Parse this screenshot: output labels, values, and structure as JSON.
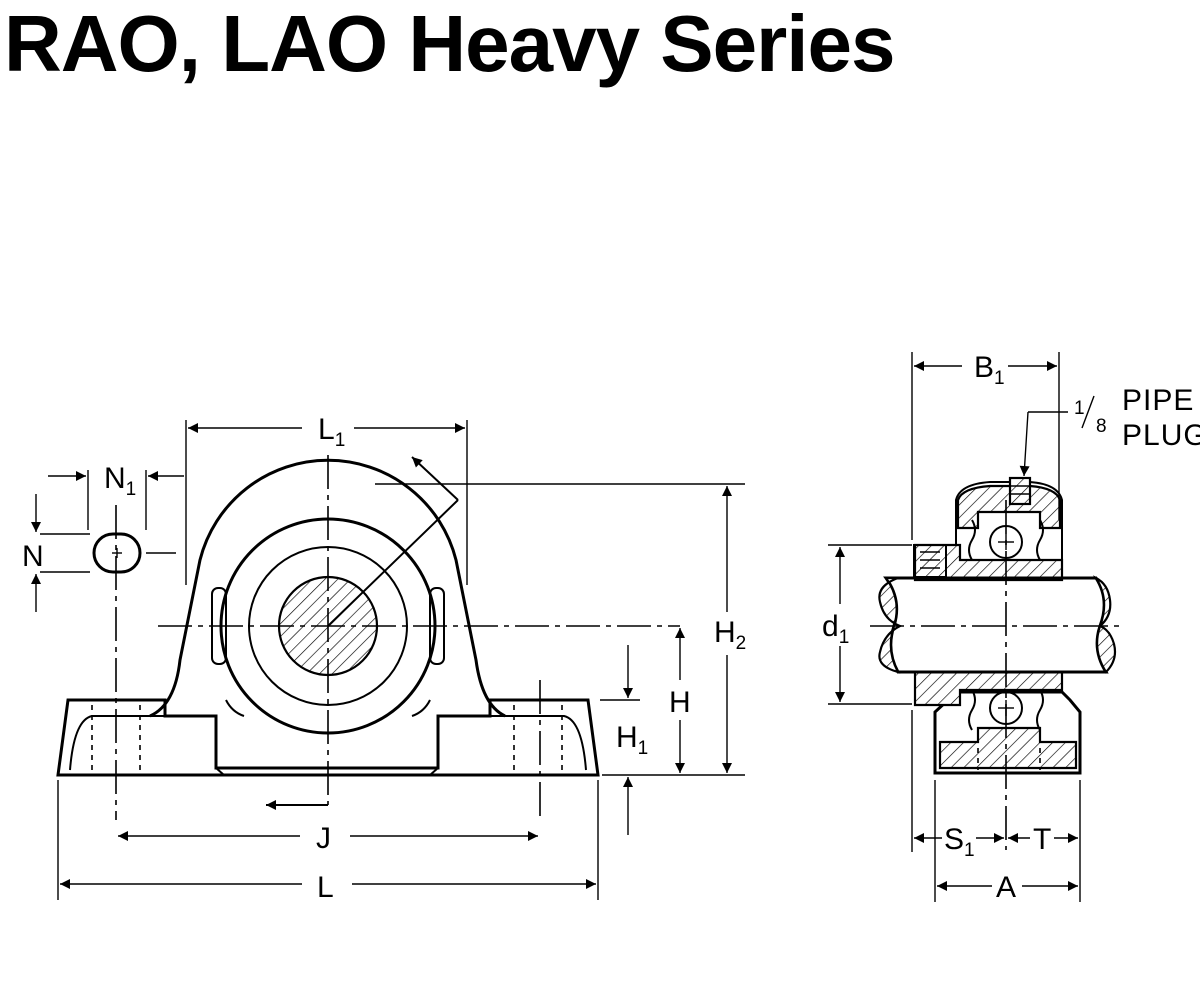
{
  "title": "RAO, LAO Heavy Series",
  "labels": {
    "L1": {
      "main": "L",
      "sub": "1"
    },
    "N1": {
      "main": "N",
      "sub": "1"
    },
    "N": {
      "main": "N"
    },
    "H2": {
      "main": "H",
      "sub": "2"
    },
    "H": {
      "main": "H"
    },
    "H1": {
      "main": "H",
      "sub": "1"
    },
    "J": {
      "main": "J"
    },
    "L": {
      "main": "L"
    },
    "B1": {
      "main": "B",
      "sub": "1"
    },
    "d1": {
      "main": "d",
      "sub": "1"
    },
    "S1": {
      "main": "S",
      "sub": "1"
    },
    "T": {
      "main": "T"
    },
    "A": {
      "main": "A"
    }
  },
  "pipe_plug": {
    "fraction_num": "1",
    "fraction_den": "8",
    "line1": "PIPE",
    "line2": "PLUG"
  }
}
